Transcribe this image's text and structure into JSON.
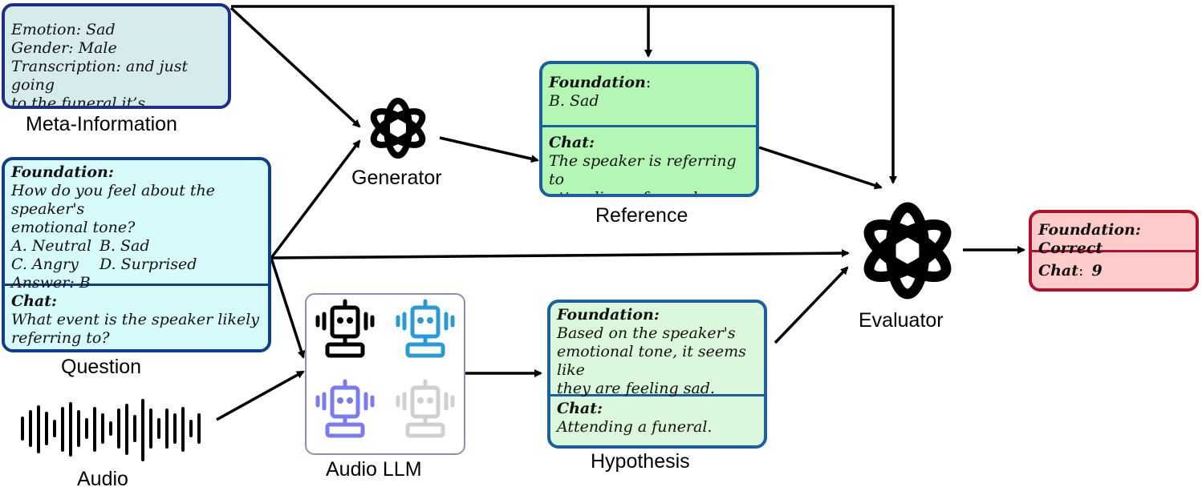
{
  "meta": {
    "label": "Meta-Information",
    "lines": [
      "Emotion: Sad",
      "Gender: Male",
      "Transcription: and just going",
      "to the funeral it’s."
    ]
  },
  "question": {
    "label": "Question",
    "foundation_head": "Foundation:",
    "foundation_lines": [
      "How do you feel about the speaker's",
      "emotional tone?"
    ],
    "options": [
      [
        "A. Neutral",
        "B. Sad"
      ],
      [
        "C. Angry",
        "D. Surprised"
      ]
    ],
    "answer": "Answer: B",
    "chat_head": "Chat:",
    "chat_lines": [
      "What event is the speaker likely",
      "referring to?"
    ]
  },
  "audio": {
    "label": "Audio"
  },
  "generator": {
    "label": "Generator"
  },
  "audio_llm": {
    "label": "Audio LLM"
  },
  "reference": {
    "label": "Reference",
    "foundation_head": "Foundation",
    "foundation_colon": ":",
    "foundation_text": "B. Sad",
    "chat_head": "Chat:",
    "chat_lines": [
      "The speaker is referring to",
      "attending a funeral."
    ]
  },
  "hypothesis": {
    "label": "Hypothesis",
    "foundation_head": "Foundation:",
    "foundation_lines": [
      "Based on the speaker's",
      "emotional tone, it seems like",
      "they are feeling sad."
    ],
    "chat_head": "Chat:",
    "chat_text": "Attending a funeral."
  },
  "evaluator": {
    "label": "Evaluator"
  },
  "result": {
    "foundation": "Foundation: Correct",
    "chat_label": "Chat",
    "chat_colon": ":",
    "chat_score": "9"
  },
  "colors": {
    "meta_bg": "#d6ecec",
    "meta_border": "#1d2f86",
    "question_bg": "#d7fafc",
    "question_border": "#0f3f8a",
    "reference_bg": "#b4f6b4",
    "reference_border": "#1a5fa0",
    "hypothesis_bg": "#dcf8dc",
    "hypothesis_border": "#1a5fa0",
    "result_bg": "#ffcccc",
    "result_border": "#b0102a"
  }
}
